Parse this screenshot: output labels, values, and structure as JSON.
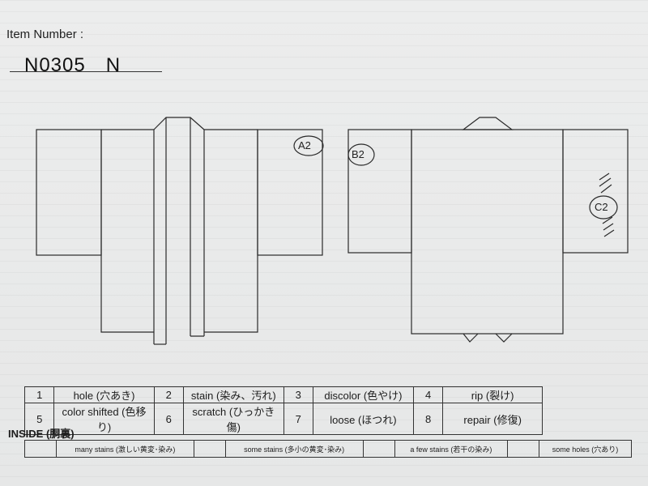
{
  "header": {
    "item_label": "Item Number :",
    "item_number": "N0305　N"
  },
  "annotations": {
    "front": "A2",
    "back_left": "B2",
    "back_right": "C2"
  },
  "legend": [
    [
      {
        "num": "1",
        "label": "hole (穴あき)"
      },
      {
        "num": "2",
        "label": "stain (染み、汚れ)"
      },
      {
        "num": "3",
        "label": "discolor (色やけ)"
      },
      {
        "num": "4",
        "label": "rip (裂け)"
      }
    ],
    [
      {
        "num": "5",
        "label": "color shifted (色移り)"
      },
      {
        "num": "6",
        "label": "scratch (ひっかき傷)"
      },
      {
        "num": "7",
        "label": "loose (ほつれ)"
      },
      {
        "num": "8",
        "label": "repair (修復)"
      }
    ]
  ],
  "inside": {
    "title": "INSIDE (胴裏)",
    "items": [
      "many stains (激しい黄変･染み)",
      "some stains (多小の黄変･染み)",
      "a few stains (若干の染み)",
      "some holes (穴あり)"
    ]
  }
}
